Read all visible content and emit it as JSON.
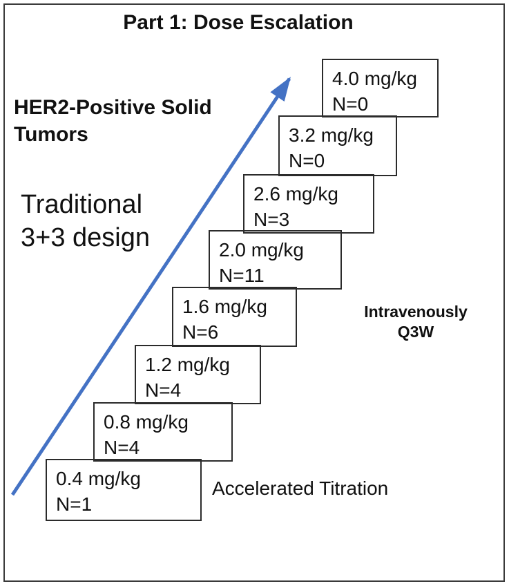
{
  "title": "Part 1: Dose Escalation",
  "labels": {
    "population": {
      "lines": [
        "HER2-Positive Solid",
        "Tumors"
      ]
    },
    "design": {
      "lines": [
        "Traditional",
        "3+3 design"
      ]
    },
    "schedule": {
      "lines": [
        "Intravenously",
        "Q3W"
      ]
    },
    "titration": "Accelerated Titration"
  },
  "dose_boxes": [
    {
      "dose": "4.0 mg/kg",
      "n": "N=0"
    },
    {
      "dose": "3.2 mg/kg",
      "n": "N=0"
    },
    {
      "dose": "2.6 mg/kg",
      "n": "N=3"
    },
    {
      "dose": "2.0 mg/kg",
      "n": "N=11"
    },
    {
      "dose": "1.6 mg/kg",
      "n": "N=6"
    },
    {
      "dose": "1.2 mg/kg",
      "n": "N=4"
    },
    {
      "dose": "0.8 mg/kg",
      "n": "N=4"
    },
    {
      "dose": "0.4 mg/kg",
      "n": "N=1"
    }
  ],
  "colors": {
    "arrow": "#4472C4",
    "box_border": "#2b2b2b",
    "frame_border": "#3a3a3a",
    "text": "#111111"
  }
}
